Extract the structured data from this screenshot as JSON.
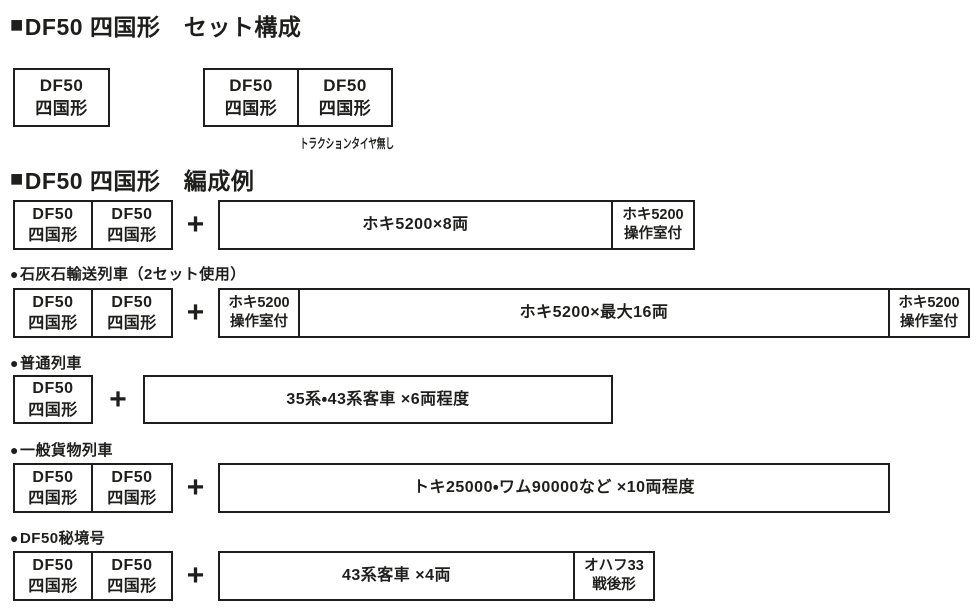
{
  "colors": {
    "ink": "#1e1e1c",
    "bg": "#ffffff"
  },
  "titles": {
    "set": {
      "marker": "■",
      "text": "DF50 四国形　セット構成"
    },
    "formation": {
      "marker": "■",
      "text": "DF50 四国形　編成例"
    }
  },
  "labels": {
    "df50": "DF50\n四国形",
    "hoki_x8": "ホキ5200×8両",
    "hoki_cab": "ホキ5200\n操作室付",
    "hoki_max16": "ホキ5200×最大16両",
    "coach_35_43": "35系・43系客車 ×6両程度",
    "freight_toki_wamu": "トキ25000・ワム90000など ×10両程度",
    "coach_43_x4": "43系客車 ×4両",
    "ohafu33": "オハフ33\n戦後形",
    "plus": "+",
    "traction_note": "トラクションタイヤ無し"
  },
  "formations": {
    "limestone": {
      "bullet": "●",
      "text": "石灰石輸送列車（2セット使用）"
    },
    "local": {
      "bullet": "●",
      "text": "普通列車"
    },
    "freight": {
      "bullet": "●",
      "text": "一般貨物列車"
    },
    "hikyo": {
      "bullet": "●",
      "text": "DF50秘境号"
    }
  }
}
